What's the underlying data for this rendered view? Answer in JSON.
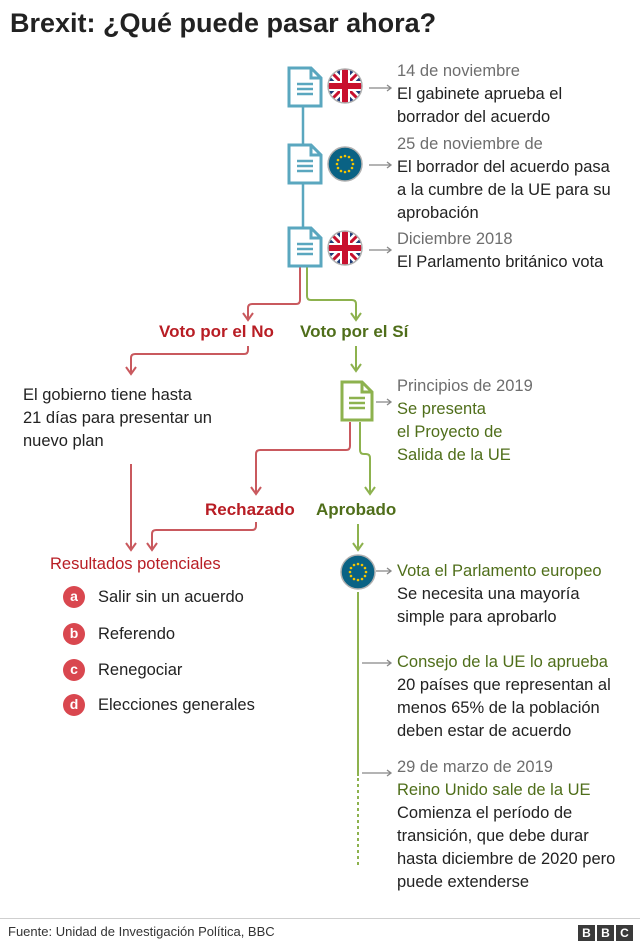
{
  "title": "Brexit: ¿Qué puede pasar ahora?",
  "colors": {
    "teal": "#5aa7bf",
    "red": "#b81d24",
    "green": "#7ca23a",
    "eu_blue": "#0a6284",
    "option_circle": "#d9474f"
  },
  "steps": [
    {
      "date": "14 de noviembre",
      "line1": "El gabinete aprueba el",
      "line2": "borrador del acuerdo",
      "icons": [
        "document-icon",
        "uk-flag-icon"
      ]
    },
    {
      "date": "25 de noviembre de",
      "line1": "El borrador del acuerdo pasa",
      "line2": "a la cumbre de la UE para su",
      "line3": "aprobación",
      "icons": [
        "document-icon",
        "eu-flag-icon"
      ]
    },
    {
      "date": "Diciembre 2018",
      "line1": "El Parlamento británico vota",
      "icons": [
        "document-icon",
        "uk-flag-icon"
      ]
    }
  ],
  "vote": {
    "no": "Voto por el No",
    "yes": "Voto por el Sí"
  },
  "no_branch": {
    "line1": "El gobierno tiene hasta",
    "line2": "21 días para presentar un",
    "line3": "nuevo plan"
  },
  "yes_branch": {
    "date": "Principios de 2019",
    "line1": "Se presenta",
    "line2": "el Proyecto de",
    "line3": "Salida de la UE"
  },
  "outcome": {
    "rejected": "Rechazado",
    "approved": "Aprobado"
  },
  "potential": {
    "heading": "Resultados potenciales",
    "options": [
      {
        "letter": "a",
        "label": "Salir sin un acuerdo"
      },
      {
        "letter": "b",
        "label": "Referendo"
      },
      {
        "letter": "c",
        "label": "Renegociar"
      },
      {
        "letter": "d",
        "label": "Elecciones generales"
      }
    ]
  },
  "approved_steps": [
    {
      "heading": "Vota el Parlamento europeo",
      "line1": "Se necesita una mayoría",
      "line2": "simple para aprobarlo"
    },
    {
      "heading": "Consejo de la UE lo aprueba",
      "line1": "20 países que representan al",
      "line2": "menos 65% de la población",
      "line3": "deben estar de acuerdo"
    },
    {
      "date": "29 de marzo de 2019",
      "heading": "Reino Unido sale de la UE",
      "line1": "Comienza el período de",
      "line2": "transición, que debe durar",
      "line3": "hasta diciembre de 2020 pero",
      "line4": "puede extenderse"
    }
  ],
  "footer": {
    "source": "Fuente: Unidad de Investigación Política, BBC",
    "logo": [
      "B",
      "B",
      "C"
    ]
  }
}
